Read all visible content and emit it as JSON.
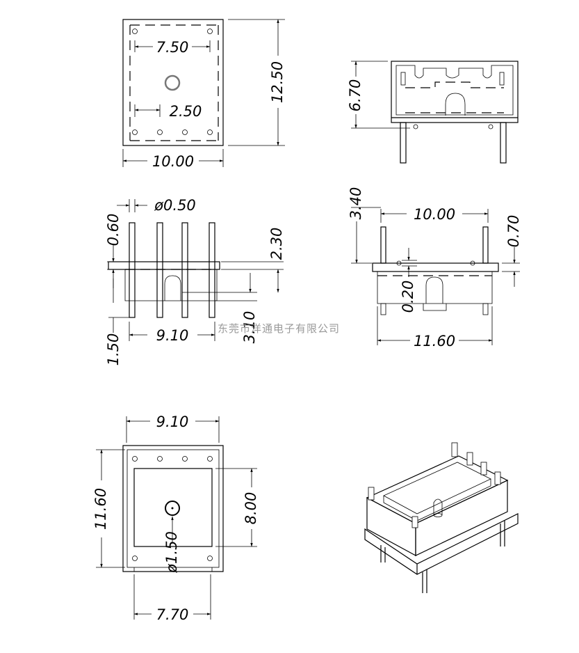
{
  "watermark": "东莞市洋通电子有限公司",
  "top_view": {
    "d_hole_pitch": "7.50",
    "d_pin_pitch": "2.50",
    "d_height": "12.50",
    "d_width": "10.00"
  },
  "side_view_right": {
    "d_height": "6.70"
  },
  "front_view": {
    "d_pin_dia": "ø0.50",
    "d_top_pin": "0.60",
    "d_total": "2.30",
    "d_body": "3.10",
    "d_pitch_span": "9.10",
    "d_bottom_pin": "1.50"
  },
  "side_view": {
    "d_pin_height": "3.40",
    "d_span": "10.00",
    "d_flange": "0.70",
    "d_gap": "0.20",
    "d_base": "11.60"
  },
  "bottom_view": {
    "d_width": "9.10",
    "d_height": "11.60",
    "d_window": "8.00",
    "d_led": "ø1.50",
    "d_pin_span": "7.70"
  }
}
